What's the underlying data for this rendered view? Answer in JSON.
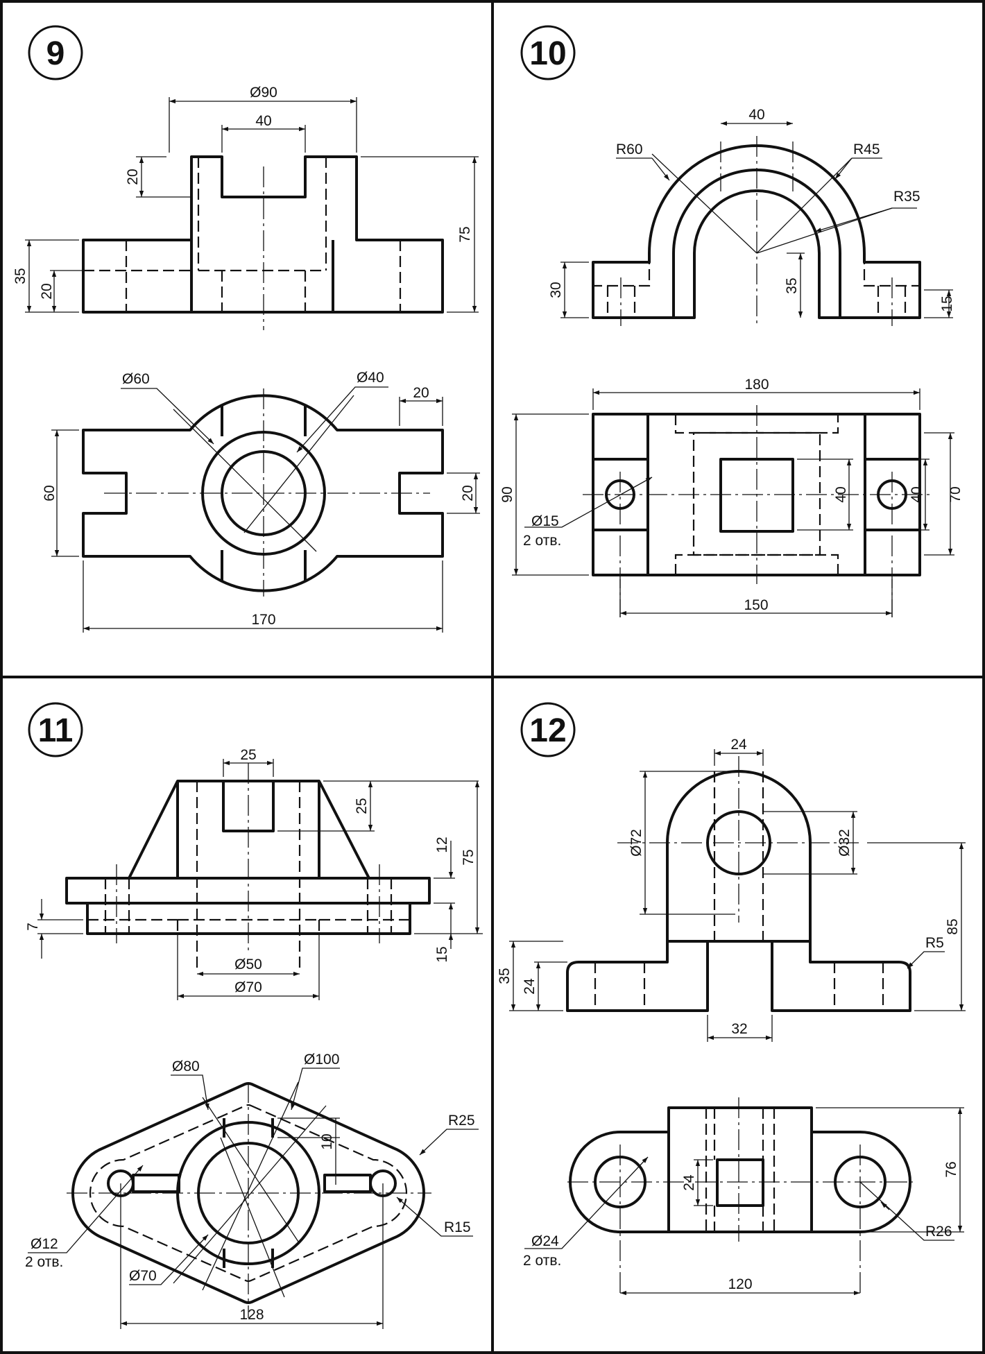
{
  "panels": [
    {
      "number": "9",
      "dims": [
        "Ø90",
        "40",
        "20",
        "75",
        "35",
        "20",
        "Ø60",
        "Ø40",
        "20",
        "60",
        "20",
        "170"
      ]
    },
    {
      "number": "10",
      "dims": [
        "40",
        "R60",
        "R45",
        "R35",
        "30",
        "35",
        "15",
        "180",
        "90",
        "40",
        "40",
        "70",
        "Ø15",
        "2 отв.",
        "150"
      ]
    },
    {
      "number": "11",
      "dims": [
        "25",
        "25",
        "12",
        "75",
        "7",
        "15",
        "Ø50",
        "Ø70",
        "Ø80",
        "Ø100",
        "10",
        "R25",
        "Ø12",
        "2 отв.",
        "R15",
        "Ø70",
        "128"
      ]
    },
    {
      "number": "12",
      "dims": [
        "24",
        "Ø72",
        "Ø32",
        "85",
        "35",
        "24",
        "R5",
        "32",
        "24",
        "76",
        "Ø24",
        "2 отв.",
        "R26",
        "120"
      ]
    }
  ]
}
